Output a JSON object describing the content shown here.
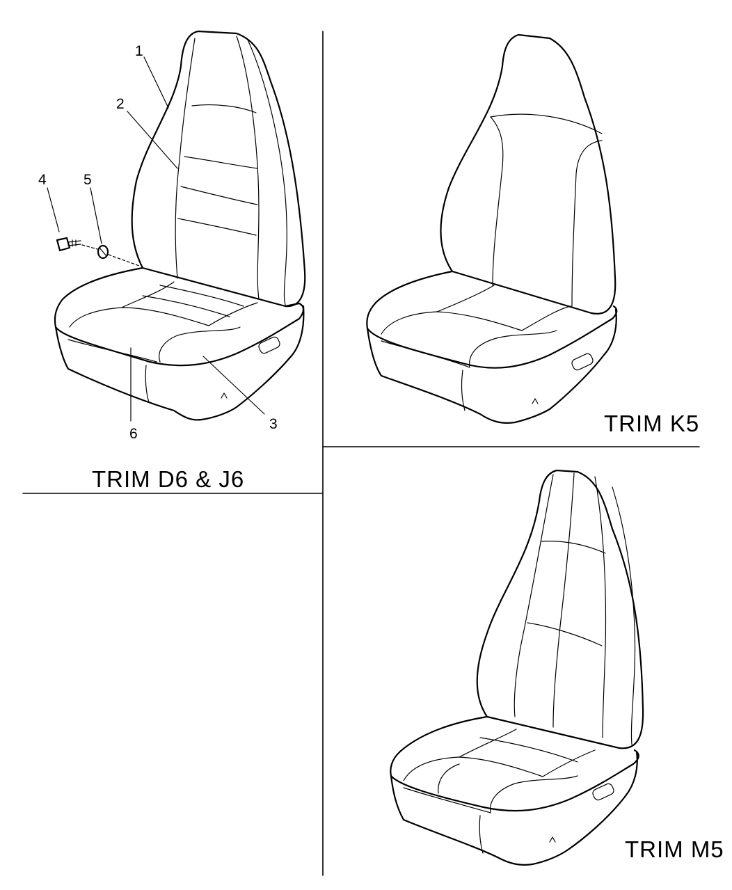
{
  "panels": {
    "top_left": {
      "label": "TRIM  D6  &  J6"
    },
    "top_right": {
      "label": "TRIM  K5"
    },
    "bottom_right": {
      "label": "TRIM  M5"
    }
  },
  "callouts": [
    "1",
    "2",
    "3",
    "4",
    "5",
    "6"
  ]
}
